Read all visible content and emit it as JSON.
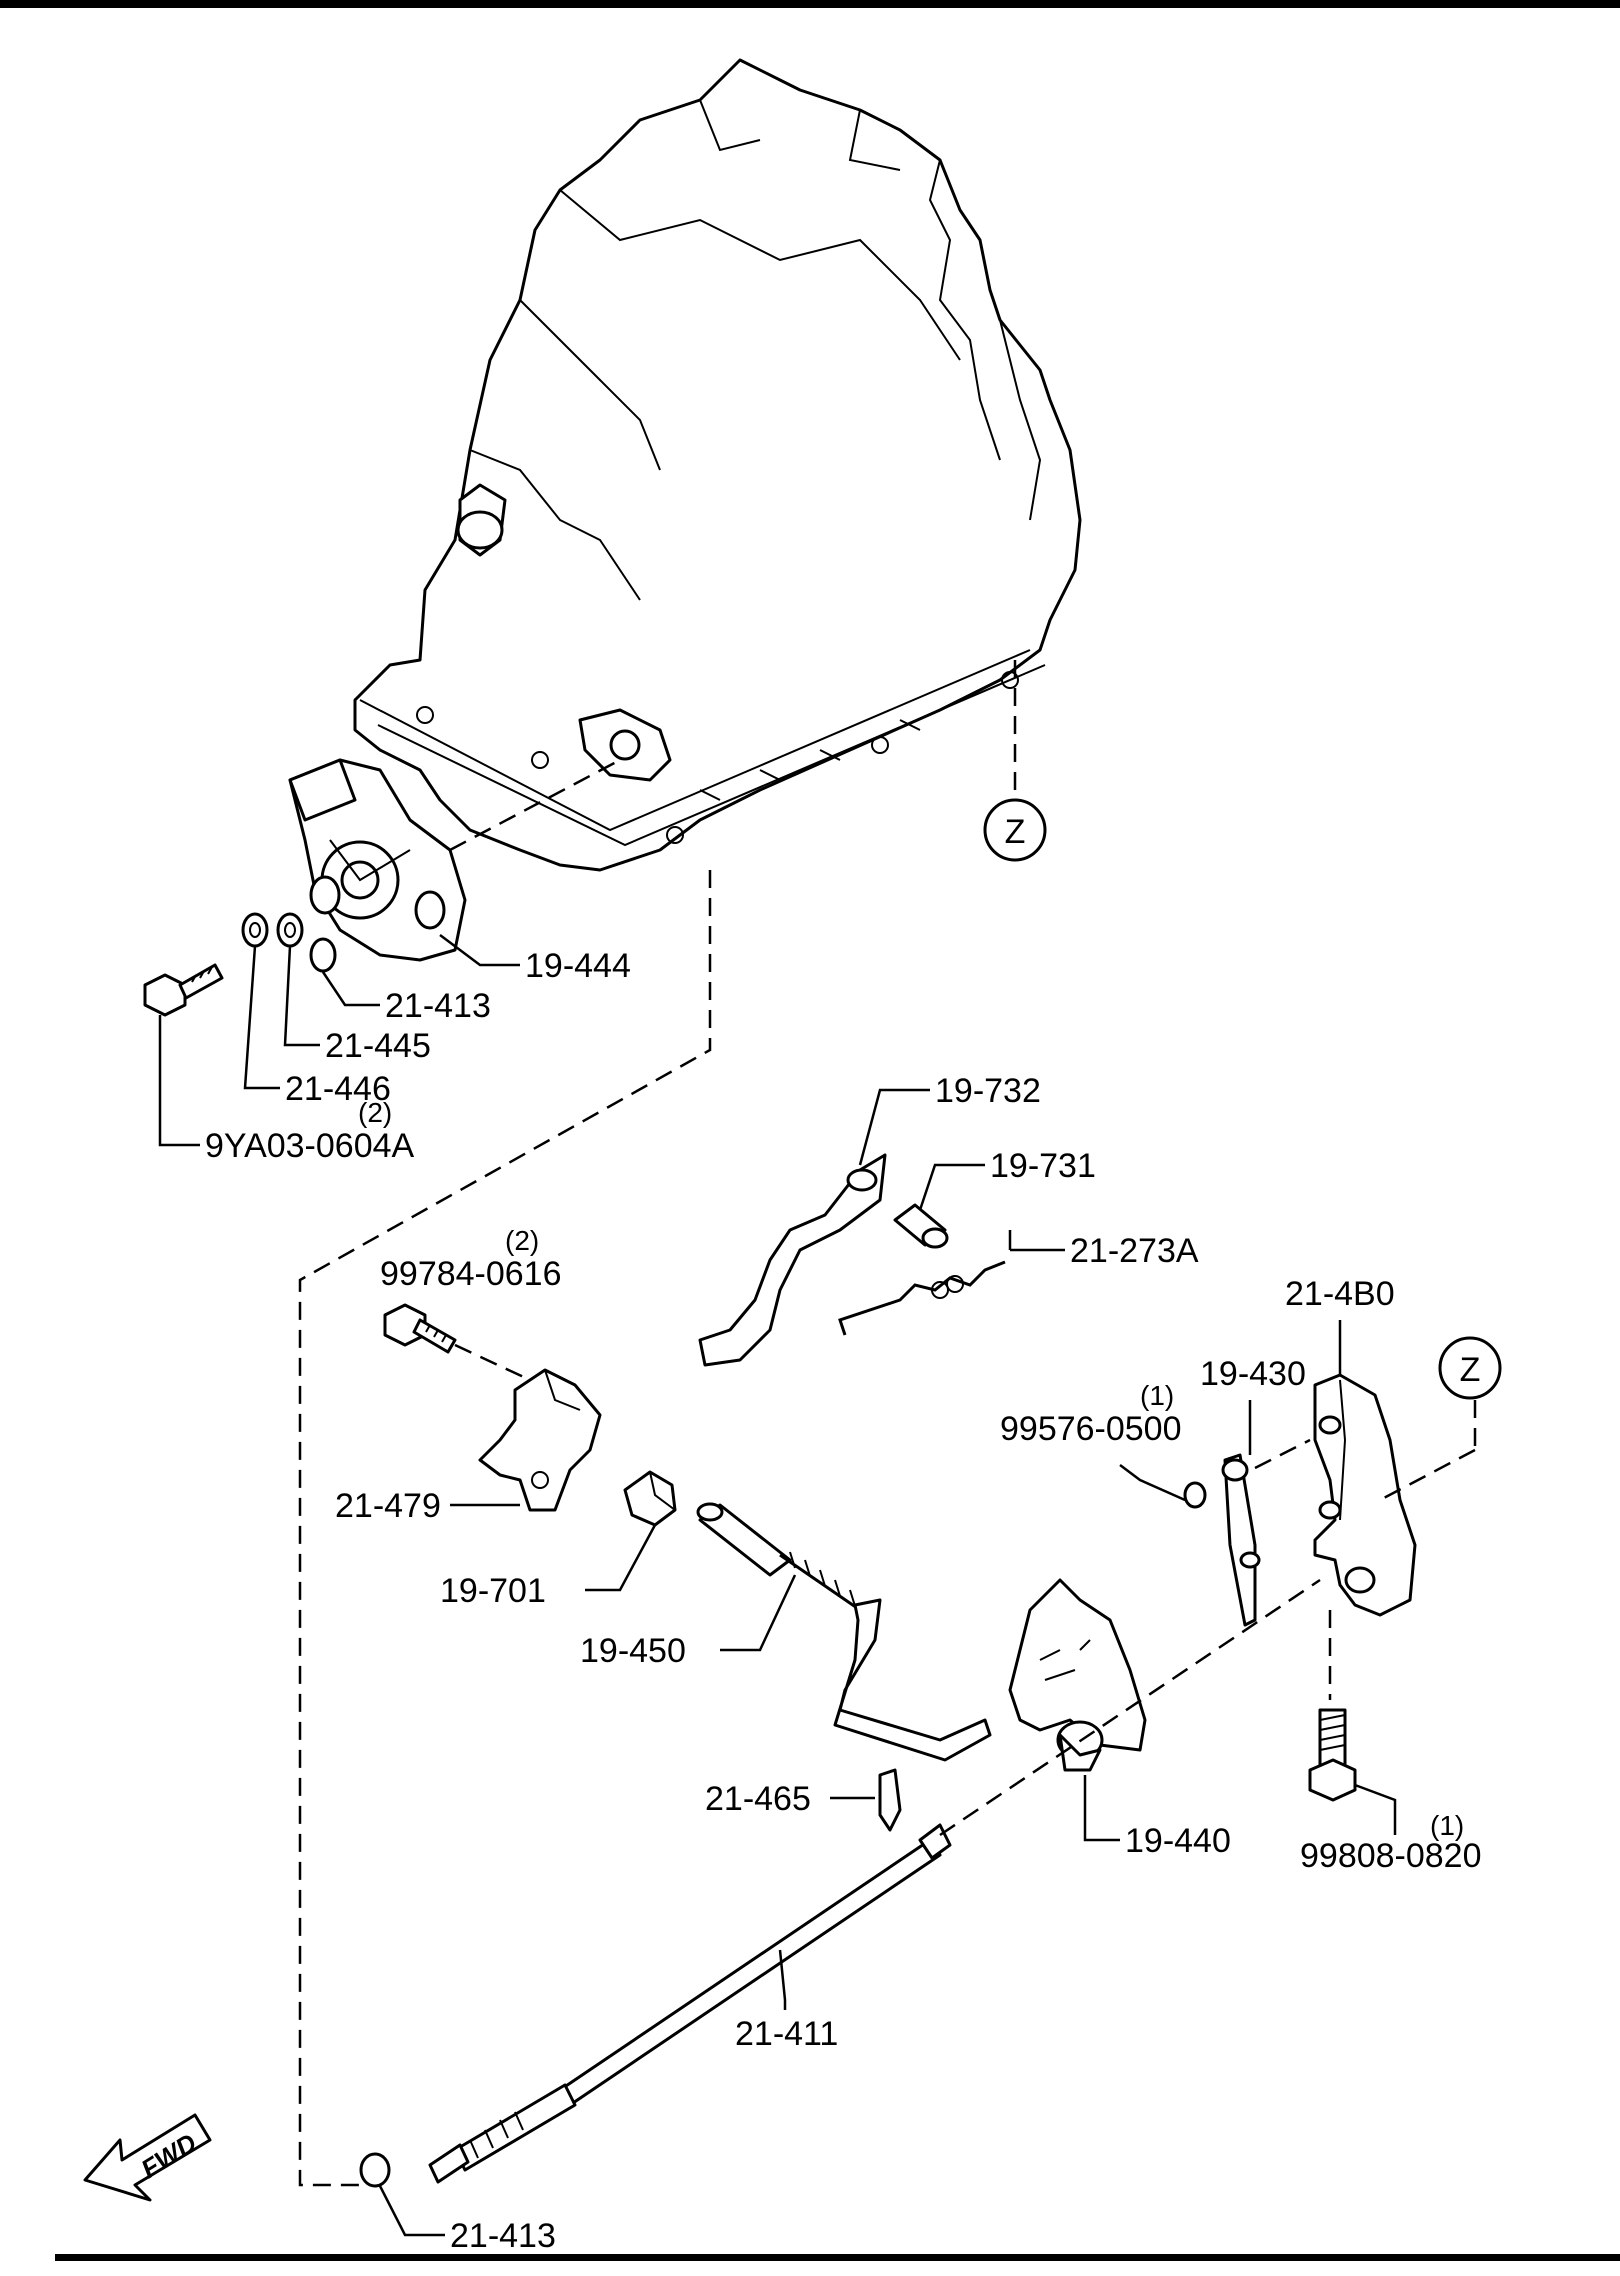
{
  "callouts": {
    "c_19_444": "19-444",
    "c_21_413_top": "21-413",
    "c_21_445": "21-445",
    "c_21_446": "21-446",
    "c_9ya03": "9YA03-0604A",
    "q_9ya03": "(2)",
    "c_19_732": "19-732",
    "c_19_731": "19-731",
    "c_21_273a": "21-273A",
    "c_99784": "99784-0616",
    "q_99784": "(2)",
    "c_21_4b0": "21-4B0",
    "c_19_430": "19-430",
    "c_99576": "99576-0500",
    "q_99576": "(1)",
    "c_21_479": "21-479",
    "c_19_701": "19-701",
    "c_19_450": "19-450",
    "c_21_465": "21-465",
    "c_19_440": "19-440",
    "c_99808": "99808-0820",
    "q_99808": "(1)",
    "c_21_411": "21-411",
    "c_21_413_bottom": "21-413"
  },
  "reference_marks": {
    "z_top": "Z",
    "z_right": "Z"
  },
  "direction_arrow": "FWD"
}
